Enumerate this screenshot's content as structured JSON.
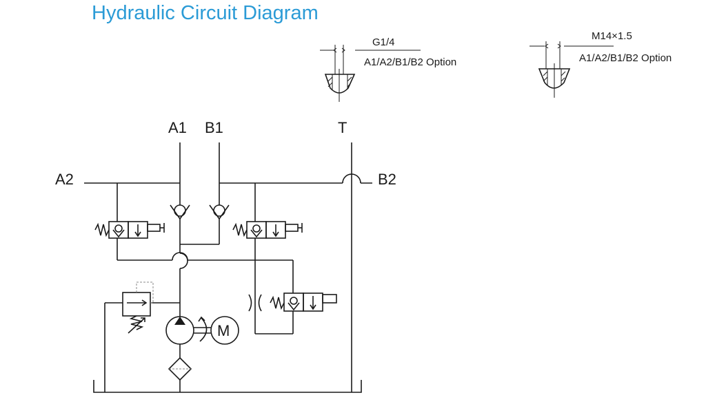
{
  "title": "Hydraulic Circuit Diagram",
  "port_details": [
    {
      "thread": "G1/4",
      "note": "A1/A2/B1/B2 Option"
    },
    {
      "thread": "M14×1.5",
      "note": "A1/A2/B1/B2 Option"
    }
  ],
  "ports": {
    "a1": "A1",
    "b1": "B1",
    "t": "T",
    "a2": "A2",
    "b2": "B2"
  },
  "motor_label": "M",
  "colors": {
    "title": "#2b9bd6",
    "lines": "#1a1a1a"
  }
}
